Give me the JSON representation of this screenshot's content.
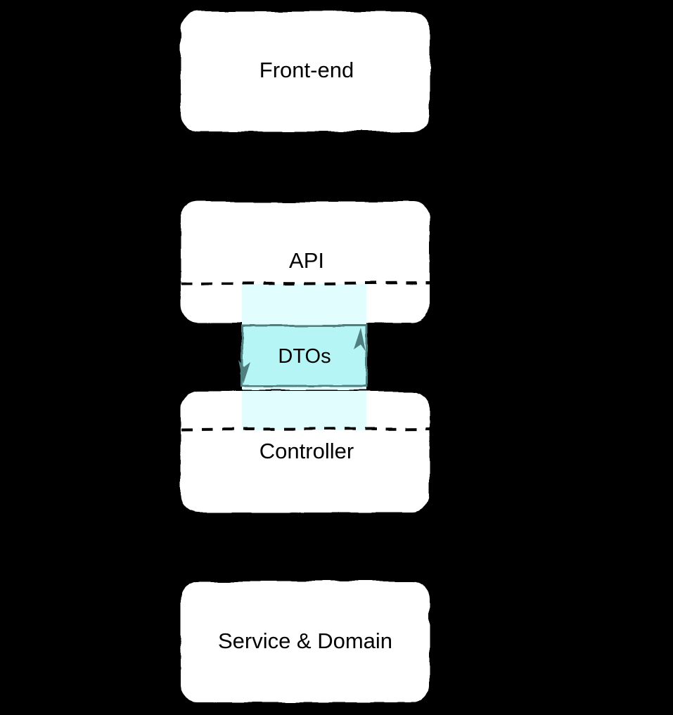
{
  "diagram": {
    "type": "layered-architecture",
    "background_color": "#000000",
    "box_fill": "#ffffff",
    "box_stroke": "#000000",
    "dto_fill": "#b5f5f5",
    "dto_band_fill": "#e2fdfd",
    "dto_stroke": "#4f7f7f",
    "arrow_fill": "#4f7f7f",
    "divider_style": "dashed",
    "layers": [
      {
        "id": "frontend",
        "label": "Front-end",
        "has_divider": false
      },
      {
        "id": "api",
        "label": "API",
        "has_divider": true,
        "divider_position": "below-label"
      },
      {
        "id": "controller",
        "label": "Controller",
        "has_divider": true,
        "divider_position": "above-label"
      },
      {
        "id": "service-domain",
        "label": "Service & Domain",
        "has_divider": false
      }
    ],
    "connector": {
      "label": "DTOs",
      "from": "api",
      "to": "controller",
      "direction": "bidirectional",
      "arrow_up_target": "api",
      "arrow_down_target": "controller"
    }
  }
}
